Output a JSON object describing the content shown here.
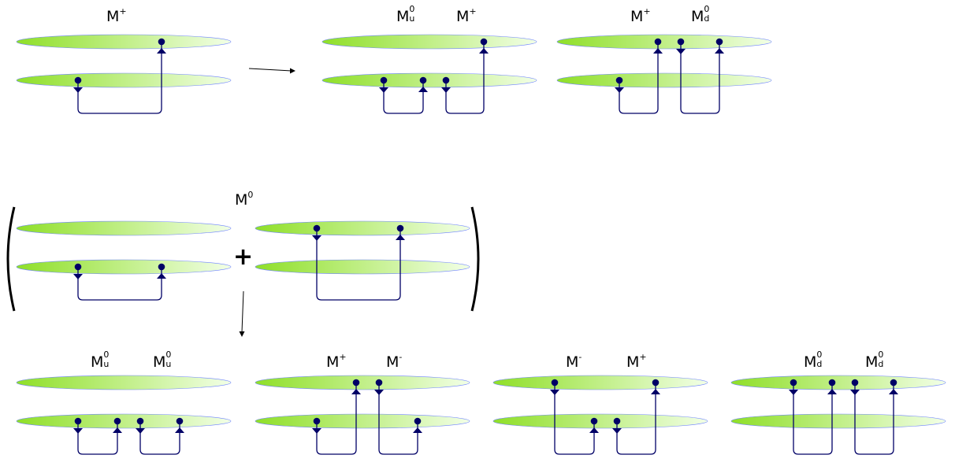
{
  "colors": {
    "quark": "#000066",
    "disk_start": "#8fdf28",
    "disk_end": "#f2ffe6",
    "disk_edge": "#6f83ff"
  },
  "meson_symbol": "M",
  "charge_plus": "+",
  "charge_minus": "-",
  "charge_zero": "0",
  "flavor_u": "u",
  "flavor_d": "d",
  "operator_plus": "+"
}
